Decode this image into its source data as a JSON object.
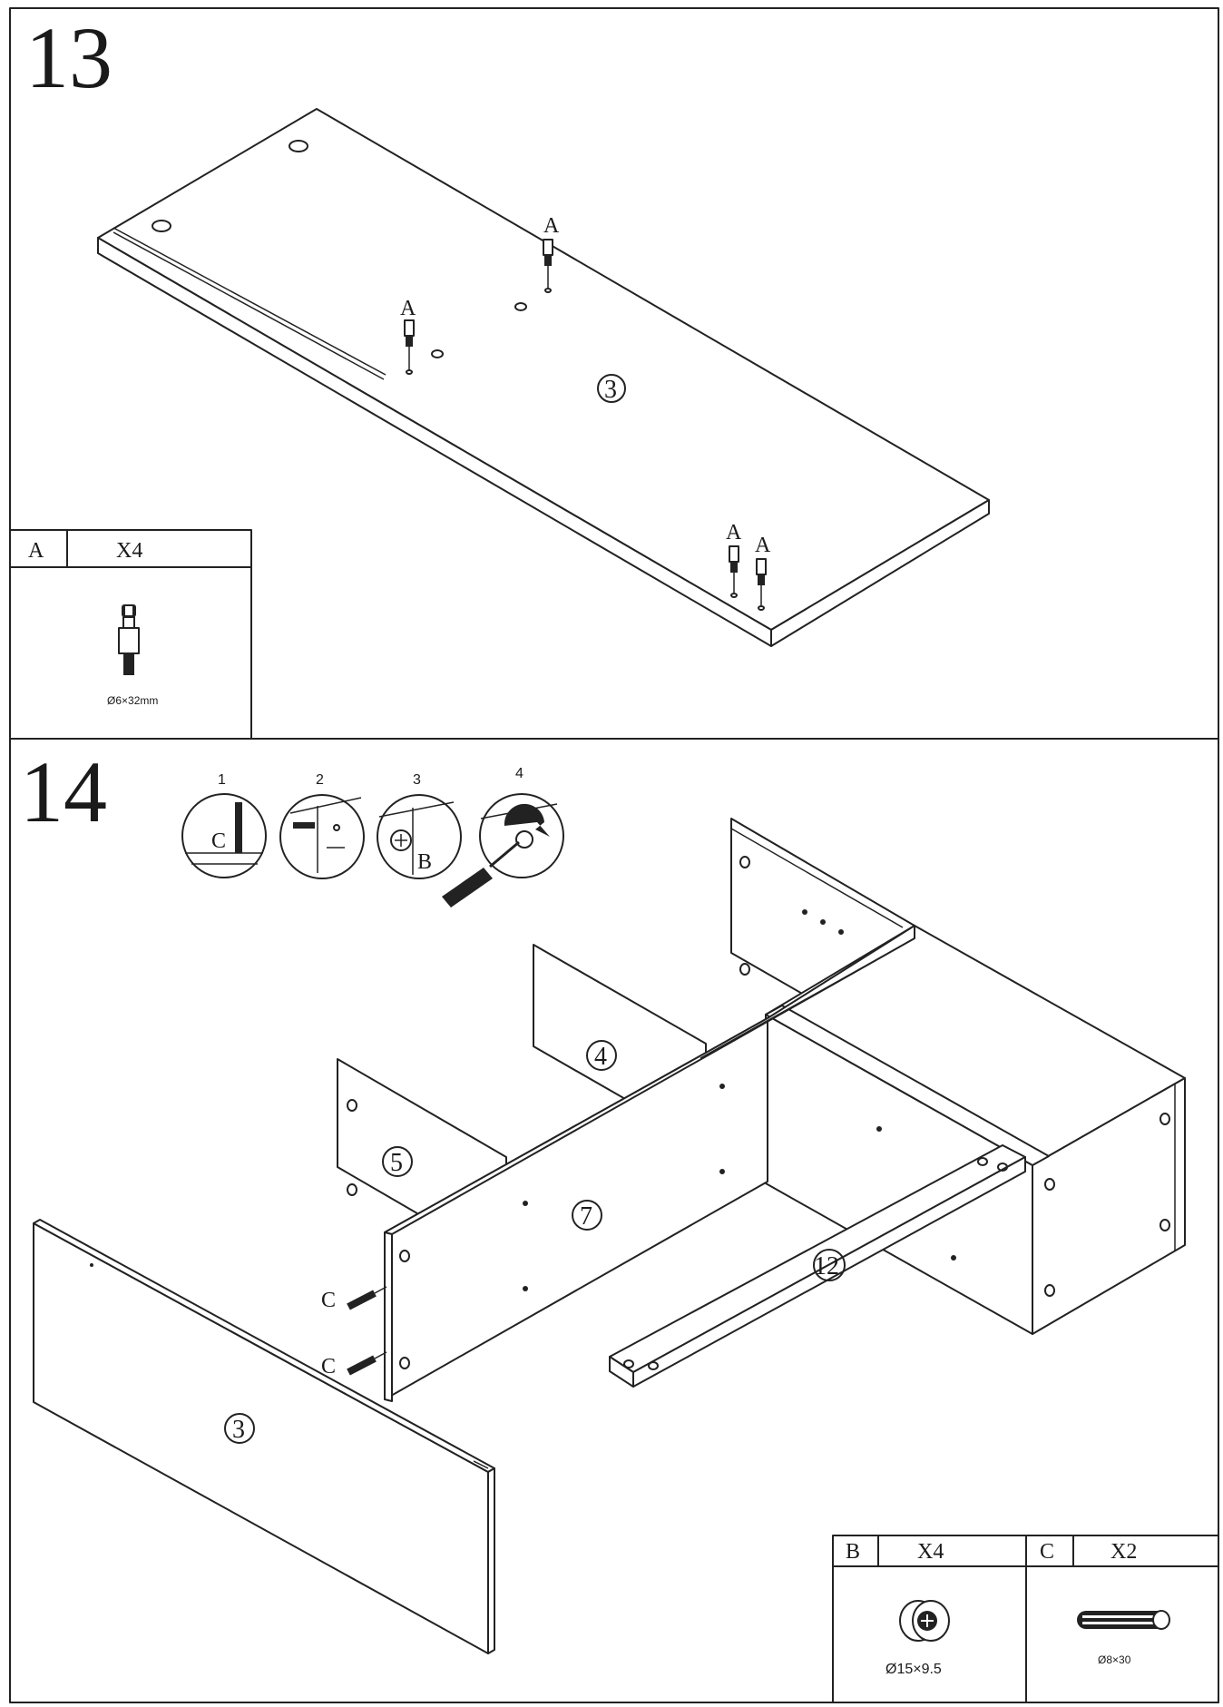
{
  "step13": {
    "number": "13",
    "panel_label": "3",
    "pin_label": "A",
    "parts_box": {
      "letter": "A",
      "qty": "X4",
      "size": "Ø6×32mm"
    }
  },
  "step14": {
    "number": "14",
    "substeps": [
      {
        "num": "1",
        "label": "C"
      },
      {
        "num": "2"
      },
      {
        "num": "3",
        "label": "B"
      },
      {
        "num": "4"
      }
    ],
    "panel_labels": {
      "p3": "3",
      "p4": "4",
      "p5": "5",
      "p7": "7",
      "p12": "12"
    },
    "dowel_label": "C",
    "parts_box_b": {
      "letter": "B",
      "qty": "X4",
      "size": "Ø15×9.5"
    },
    "parts_box_c": {
      "letter": "C",
      "qty": "X2",
      "size": "Ø8×30"
    }
  }
}
